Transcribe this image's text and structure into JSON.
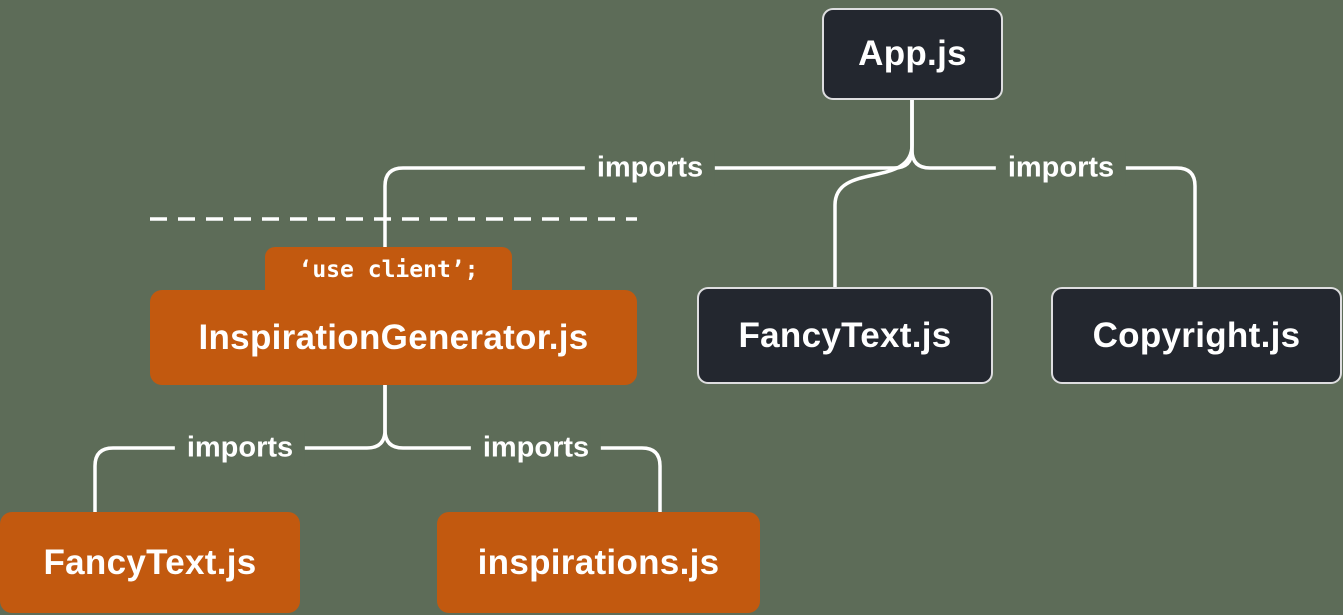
{
  "diagram": {
    "description": "Module dependency tree showing server and client module boundary",
    "colors": {
      "background": "#5d6c58",
      "server_node": "#23272f",
      "client_node": "#c2590f",
      "line": "#ffffff"
    },
    "nodes": {
      "app": {
        "label": "App.js",
        "type": "server"
      },
      "inspiration_generator": {
        "label": "InspirationGenerator.js",
        "badge": "‘use client’;",
        "type": "client"
      },
      "fancytext_server": {
        "label": "FancyText.js",
        "type": "server"
      },
      "copyright": {
        "label": "Copyright.js",
        "type": "server"
      },
      "fancytext_client": {
        "label": "FancyText.js",
        "type": "client"
      },
      "inspirations": {
        "label": "inspirations.js",
        "type": "client"
      }
    },
    "edges": [
      {
        "from": "App.js",
        "to": "InspirationGenerator.js",
        "label": "imports"
      },
      {
        "from": "App.js",
        "to": "FancyText.js",
        "label": ""
      },
      {
        "from": "App.js",
        "to": "Copyright.js",
        "label": "imports"
      },
      {
        "from": "InspirationGenerator.js",
        "to": "FancyText.js",
        "label": "imports"
      },
      {
        "from": "InspirationGenerator.js",
        "to": "inspirations.js",
        "label": "imports"
      }
    ],
    "separator": {
      "style": "dashed",
      "meaning": "client boundary"
    }
  }
}
